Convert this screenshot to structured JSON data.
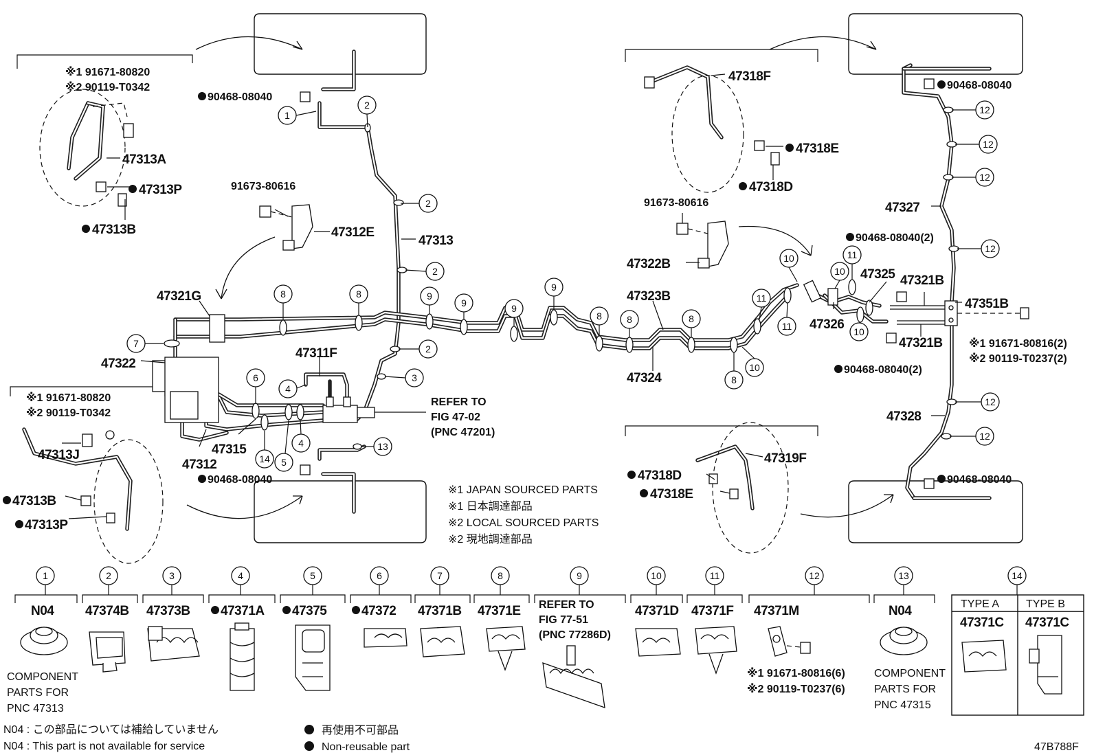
{
  "diagram_id": "47B788F",
  "callout_numbers": [
    "1",
    "2",
    "3",
    "4",
    "5",
    "6",
    "7",
    "8",
    "9",
    "10",
    "11",
    "12",
    "13",
    "14"
  ],
  "part_labels": {
    "p47313A": "47313A",
    "p47313P_top": "47313P",
    "p47313B_top": "47313B",
    "p47312E": "47312E",
    "p47313": "47313",
    "p47321G": "47321G",
    "p47322": "47322",
    "p47311F": "47311F",
    "p47315": "47315",
    "p47312": "47312",
    "p47313J": "47313J",
    "p47313B_bot": "47313B",
    "p47313P_bot": "47313P",
    "p47318F": "47318F",
    "p47318E_top": "47318E",
    "p47318D_top": "47318D",
    "p47322B": "47322B",
    "p47323B": "47323B",
    "p47324": "47324",
    "p47326": "47326",
    "p47325": "47325",
    "p47321B_top": "47321B",
    "p47321B_bot": "47321B",
    "p47351B": "47351B",
    "p47327": "47327",
    "p47328": "47328",
    "p47319F": "47319F",
    "p47318D_bot": "47318D",
    "p47318E_bot": "47318E"
  },
  "fastener_labels": {
    "f1_top_l": "※1 91671-80820",
    "f2_top_l": "※2 90119-T0342",
    "f1_bot_l": "※1 91671-80820",
    "f2_bot_l": "※2 90119-T0342",
    "clip_top_l": "90468-08040",
    "clip_bot_l": "90468-08040",
    "bolt_l": "91673-80616",
    "bolt_r": "91673-80616",
    "clip_r1": "90468-08040",
    "clip_r2": "90468-08040(2)",
    "clip_r3": "90468-08040(2)",
    "clip_r4": "90468-08040",
    "f1_r": "※1 91671-80816(2)",
    "f2_r": "※2 90119-T0237(2)"
  },
  "refer_fig_47": [
    "REFER TO",
    "FIG 47-02",
    "(PNC 47201)"
  ],
  "sourcing_notes": [
    "※1 JAPAN SOURCED PARTS",
    "※1 日本調達部品",
    "※2 LOCAL SOURCED PARTS",
    "※2 現地調達部品"
  ],
  "legend": [
    {
      "num": "1",
      "part": "N04",
      "nonreusable": false
    },
    {
      "num": "2",
      "part": "47374B",
      "nonreusable": false
    },
    {
      "num": "3",
      "part": "47373B",
      "nonreusable": false
    },
    {
      "num": "4",
      "part": "47371A",
      "nonreusable": true
    },
    {
      "num": "5",
      "part": "47375",
      "nonreusable": true
    },
    {
      "num": "6",
      "part": "47372",
      "nonreusable": true
    },
    {
      "num": "7",
      "part": "47371B",
      "nonreusable": false
    },
    {
      "num": "8",
      "part": "47371E",
      "nonreusable": false
    },
    {
      "num": "9",
      "part": "",
      "nonreusable": false
    },
    {
      "num": "10",
      "part": "47371D",
      "nonreusable": false
    },
    {
      "num": "11",
      "part": "47371F",
      "nonreusable": false
    },
    {
      "num": "12",
      "part": "47371M",
      "nonreusable": false
    },
    {
      "num": "13",
      "part": "N04",
      "nonreusable": false
    },
    {
      "num": "14",
      "part": "",
      "nonreusable": false
    }
  ],
  "legend_refer_fig_77": [
    "REFER TO",
    "FIG 77-51",
    "(PNC 77286D)"
  ],
  "legend_component_1": [
    "COMPONENT",
    "PARTS FOR",
    "PNC 47313"
  ],
  "legend_component_13": [
    "COMPONENT",
    "PARTS FOR",
    "PNC 47315"
  ],
  "legend_12_fasteners": [
    "※1 91671-80816(6)",
    "※2 90119-T0237(6)"
  ],
  "legend_14": {
    "type_a": "TYPE A",
    "type_b": "TYPE B",
    "part_a": "47371C",
    "part_b": "47371C"
  },
  "footnotes": {
    "n04_jp": "N04 : この部品については補給していません",
    "n04_en": "N04 : This part is not available for service",
    "nonreusable_jp": "再使用不可部品",
    "nonreusable_en": "Non-reusable part"
  }
}
